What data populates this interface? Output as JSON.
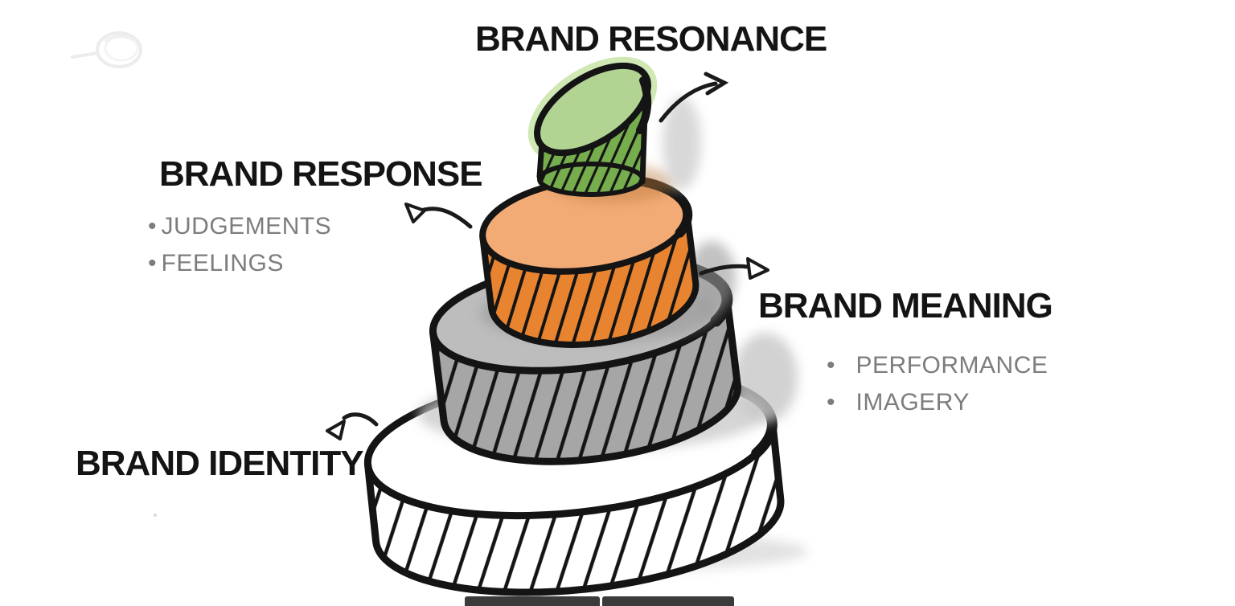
{
  "diagram": {
    "type": "brand-equity-pyramid-sketch",
    "bullet_char": "•",
    "ink_color": "#141414",
    "bullet_text_color": "#7d7d7d",
    "tiers": [
      {
        "id": "resonance",
        "label": "BRAND RESONANCE",
        "color_top": "#b1d492",
        "color_side": "#76ae4e",
        "bullets": []
      },
      {
        "id": "response",
        "label": "BRAND RESPONSE",
        "color_top": "#f3ab76",
        "color_side": "#e8842f",
        "bullets": [
          "JUDGEMENTS",
          "FEELINGS"
        ]
      },
      {
        "id": "meaning",
        "label": "BRAND MEANING",
        "color_top": "#bdbdbd",
        "color_side": "#a6a6a6",
        "bullets": [
          "PERFORMANCE",
          "IMAGERY"
        ]
      },
      {
        "id": "identity",
        "label": "BRAND IDENTITY",
        "color_top": "#ffffff",
        "color_side": "#ffffff",
        "bullets": []
      }
    ],
    "green_halo_color": "#cbe7ac",
    "shadow_color": "#c7c7c7"
  },
  "bottom_bar": {
    "color": "#3b3b3b",
    "segment_count": 2
  }
}
